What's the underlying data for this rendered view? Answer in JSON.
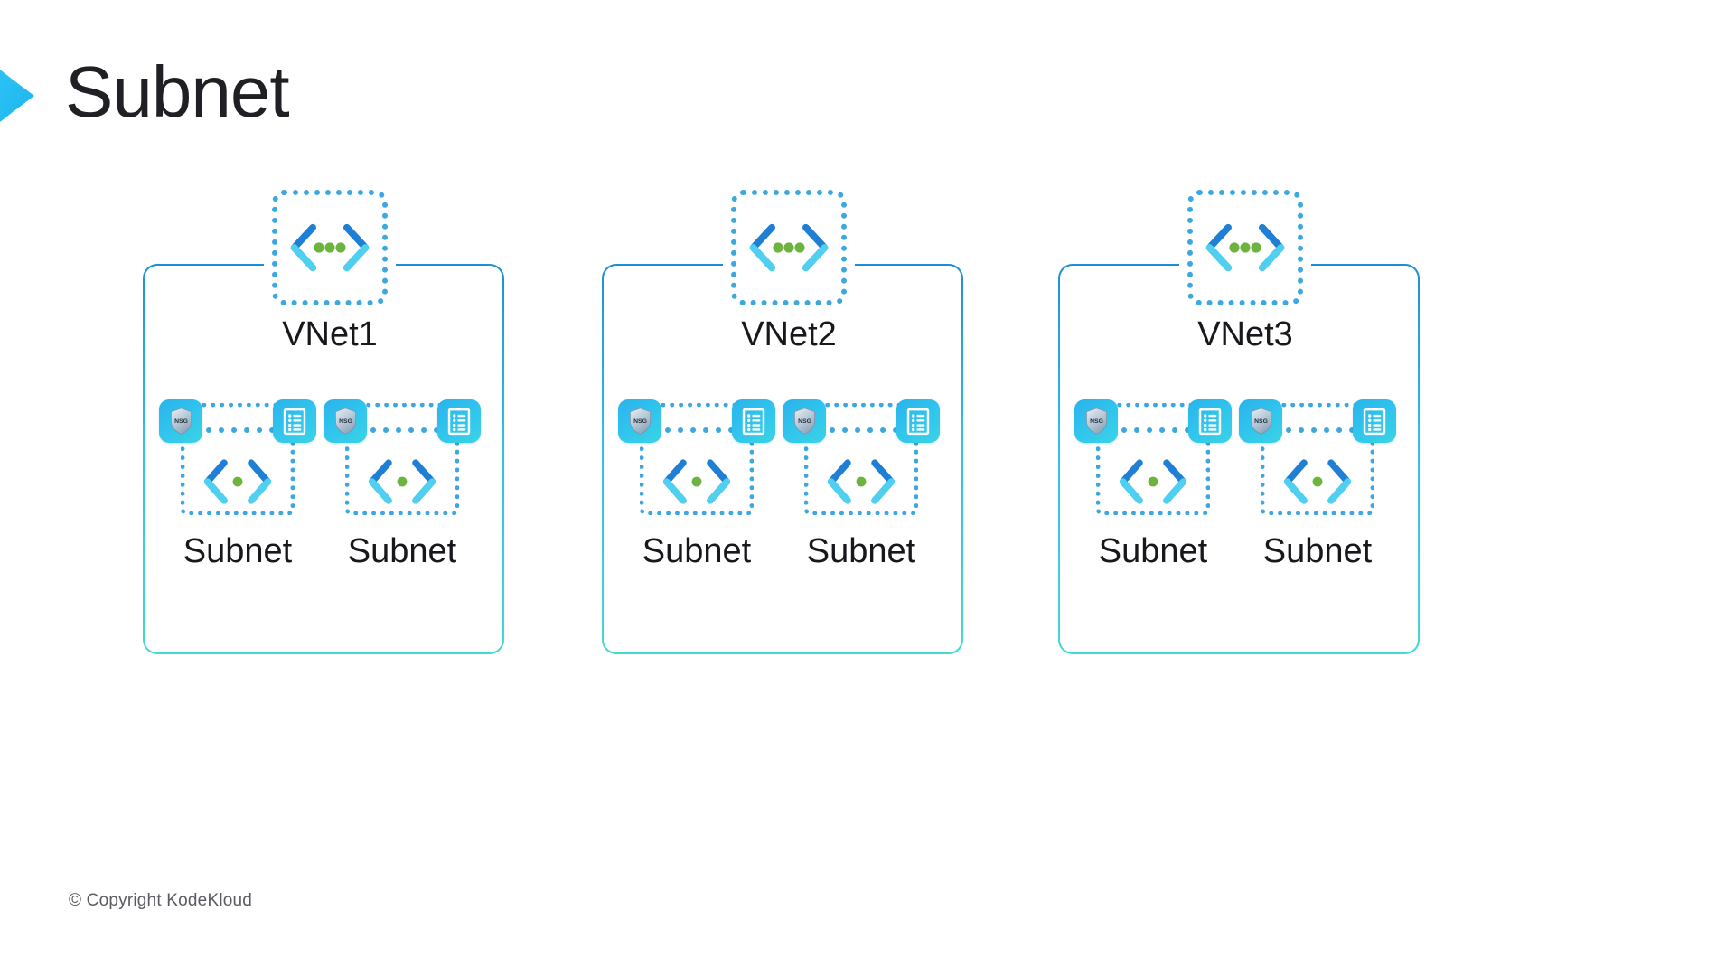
{
  "page": {
    "title": "Subnet",
    "logo_icon": "chevron-right-icon",
    "background_color": "#ffffff",
    "title_color": "#1f1f24"
  },
  "colors": {
    "accent_cyan": "#2FC3EE",
    "accent_blue": "#1C8FD6",
    "dotted_blue": "#3DA7E0",
    "chevron_dark": "#1E7FD4",
    "chevron_light": "#4FD0F0",
    "dot_green": "#6CB33F",
    "shield_gray": "#AEBECD",
    "container_border_top": "#1C8FD6",
    "container_border_bottom": "#45D9CF",
    "text_dark": "#17171c",
    "footer_text": "#5b5b63"
  },
  "diagram": {
    "type": "network-topology",
    "vnets": [
      {
        "label": "VNet1",
        "icon": "vnet-icon",
        "subnets": [
          {
            "label": "Subnet",
            "icon": "subnet-icon",
            "tiles": [
              {
                "name": "nsg-tile",
                "icon": "nsg-shield-icon",
                "text": "NSG"
              },
              {
                "name": "rules-tile",
                "icon": "rules-list-icon",
                "text": ""
              }
            ]
          },
          {
            "label": "Subnet",
            "icon": "subnet-icon",
            "tiles": [
              {
                "name": "nsg-tile",
                "icon": "nsg-shield-icon",
                "text": "NSG"
              },
              {
                "name": "rules-tile",
                "icon": "rules-list-icon",
                "text": ""
              }
            ]
          }
        ]
      },
      {
        "label": "VNet2",
        "icon": "vnet-icon",
        "subnets": [
          {
            "label": "Subnet",
            "icon": "subnet-icon",
            "tiles": [
              {
                "name": "nsg-tile",
                "icon": "nsg-shield-icon",
                "text": "NSG"
              },
              {
                "name": "rules-tile",
                "icon": "rules-list-icon",
                "text": ""
              }
            ]
          },
          {
            "label": "Subnet",
            "icon": "subnet-icon",
            "tiles": [
              {
                "name": "nsg-tile",
                "icon": "nsg-shield-icon",
                "text": "NSG"
              },
              {
                "name": "rules-tile",
                "icon": "rules-list-icon",
                "text": ""
              }
            ]
          }
        ]
      },
      {
        "label": "VNet3",
        "icon": "vnet-icon",
        "subnets": [
          {
            "label": "Subnet",
            "icon": "subnet-icon",
            "tiles": [
              {
                "name": "nsg-tile",
                "icon": "nsg-shield-icon",
                "text": "NSG"
              },
              {
                "name": "rules-tile",
                "icon": "rules-list-icon",
                "text": ""
              }
            ]
          },
          {
            "label": "Subnet",
            "icon": "subnet-icon",
            "tiles": [
              {
                "name": "nsg-tile",
                "icon": "nsg-shield-icon",
                "text": "NSG"
              },
              {
                "name": "rules-tile",
                "icon": "rules-list-icon",
                "text": ""
              }
            ]
          }
        ]
      }
    ]
  },
  "footer": {
    "copyright": "© Copyright KodeKloud"
  }
}
